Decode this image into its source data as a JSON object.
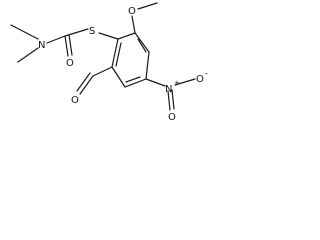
{
  "molecule": {
    "atoms": {
      "sulfur": "S",
      "thio_carbonyl_oxygen": "O",
      "nitrogen_amide": "N",
      "methoxy_oxygen": "O",
      "nitro_nitrogen": "N",
      "nitro_positive_charge": "+",
      "nitro_oxygen_double": "O",
      "nitro_oxygen_single": "O",
      "nitro_negative_charge": "-",
      "formyl_oxygen": "O"
    },
    "colors": {
      "bond": "#1a1a1a",
      "label": "#111111",
      "background": "#ffffff"
    }
  }
}
